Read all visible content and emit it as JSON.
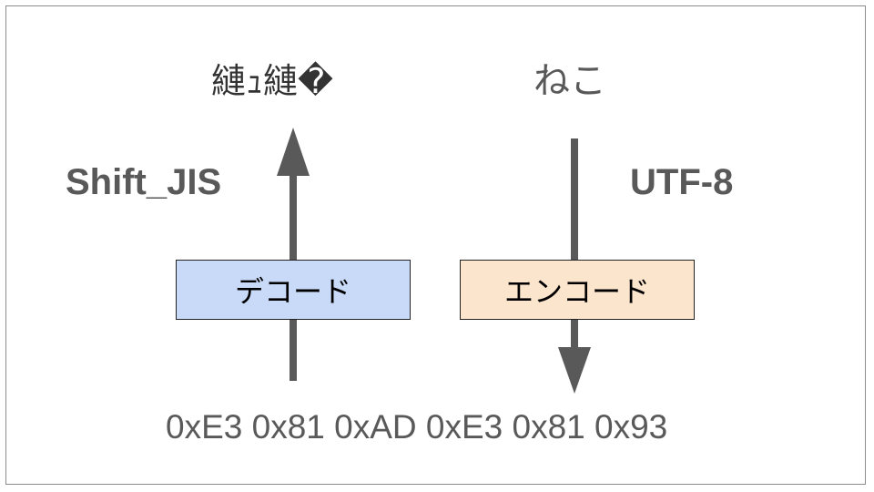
{
  "diagram": {
    "garbled_text": "縺ｭ縺�",
    "original_text": "ねこ",
    "left_encoding": "Shift_JIS",
    "right_encoding": "UTF-8",
    "decode_label": "デコード",
    "encode_label": "エンコード",
    "byte_sequence": "0xE3 0x81 0xAD 0xE3 0x81 0x93",
    "colors": {
      "decode_box": "#c9daf8",
      "encode_box": "#fce5cd",
      "arrow": "#595959",
      "text": "#595959"
    }
  }
}
